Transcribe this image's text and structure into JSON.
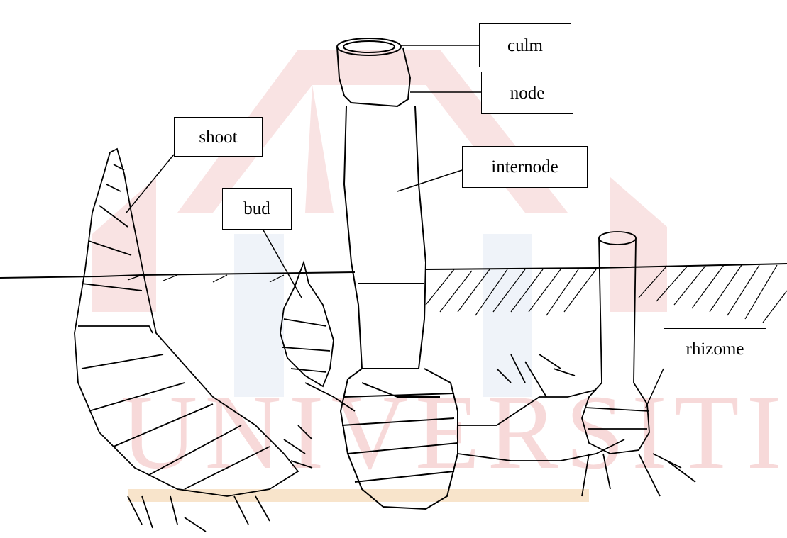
{
  "diagram": {
    "labels": {
      "culm": "culm",
      "node": "node",
      "internode": "internode",
      "shoot": "shoot",
      "bud": "bud",
      "rhizome": "rhizome"
    },
    "watermark": {
      "text": "UNIVERSITI",
      "color": "#f2c0c0",
      "accent_color": "#f5d9b5",
      "logo_color": "#f4cccc"
    },
    "ink_color": "#000000"
  }
}
